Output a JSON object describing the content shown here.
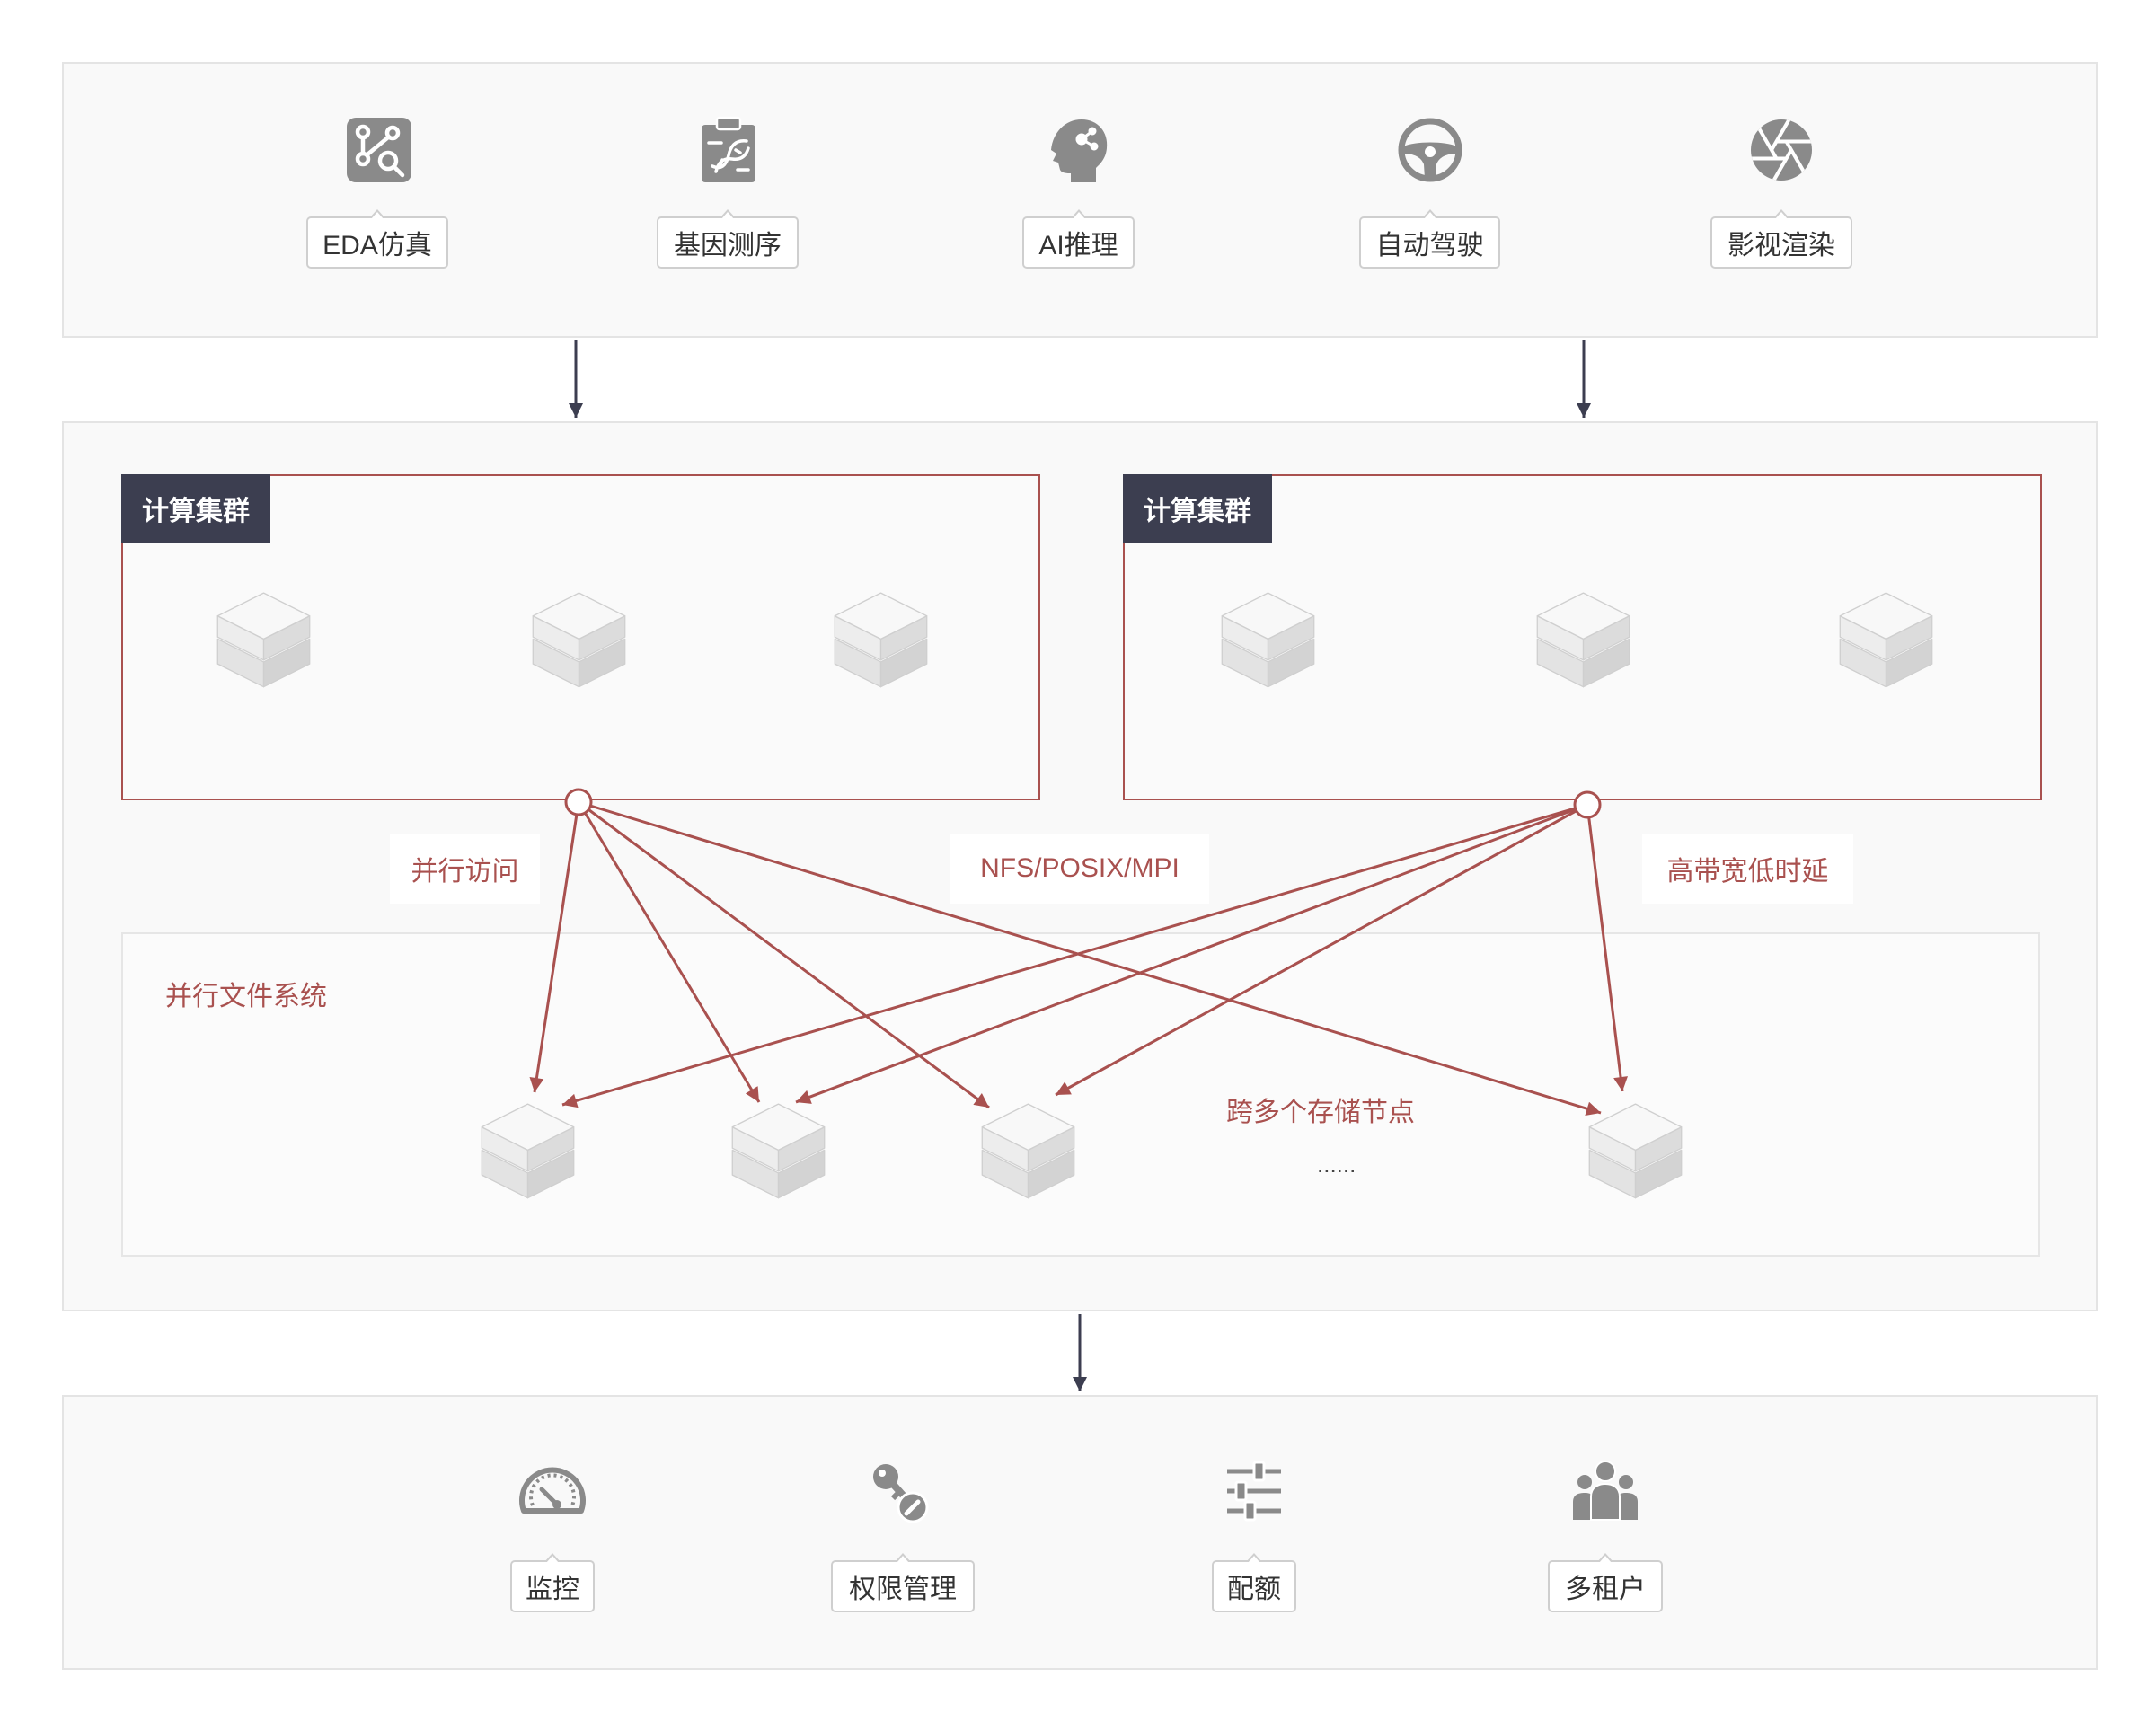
{
  "diagram": {
    "applications": [
      {
        "label": "EDA仿真",
        "icon": "circuit-search-icon"
      },
      {
        "label": "基因测序",
        "icon": "dna-clipboard-icon"
      },
      {
        "label": "AI推理",
        "icon": "ai-head-icon"
      },
      {
        "label": "自动驾驶",
        "icon": "steering-wheel-icon"
      },
      {
        "label": "影视渲染",
        "icon": "aperture-icon"
      }
    ],
    "compute_clusters": [
      {
        "label": "计算集群"
      },
      {
        "label": "计算集群"
      }
    ],
    "connection_labels": {
      "parallel_access": "并行访问",
      "protocols": "NFS/POSIX/MPI",
      "performance": "高带宽低时延"
    },
    "filesystem": {
      "title": "并行文件系统",
      "nodes_note": "跨多个存储节点",
      "ellipsis": "......"
    },
    "management": [
      {
        "label": "监控",
        "icon": "gauge-icon"
      },
      {
        "label": "权限管理",
        "icon": "key-edit-icon"
      },
      {
        "label": "配额",
        "icon": "sliders-icon"
      },
      {
        "label": "多租户",
        "icon": "users-group-icon"
      }
    ]
  },
  "colors": {
    "accent": "#a9514f",
    "navy": "#3c3e50",
    "icon": "#8a8a8a",
    "panel": "#f9f9f9"
  }
}
